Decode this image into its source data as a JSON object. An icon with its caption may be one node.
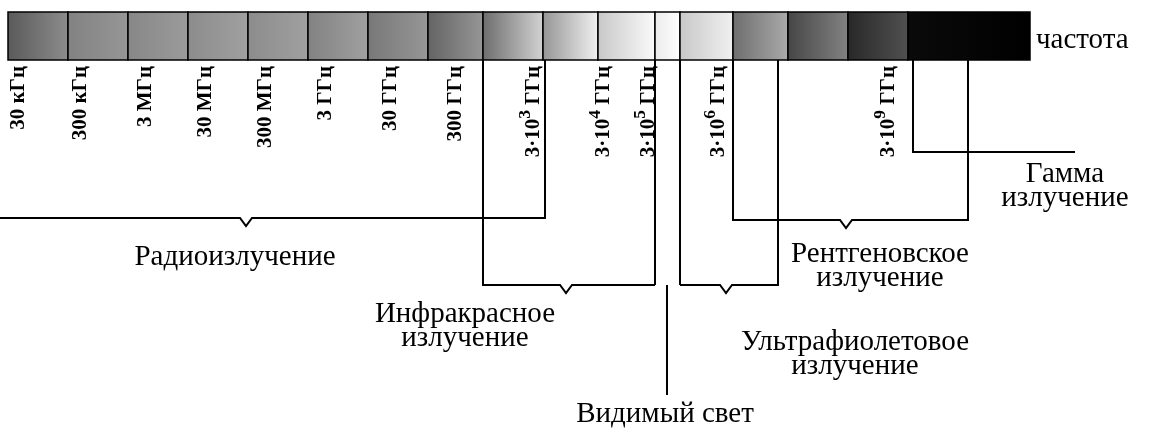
{
  "diagram": {
    "labels": [
      "частота",
      "30 кГц",
      "300 кГц",
      "3 МГц",
      "30 МГц",
      "300 МГц",
      "3 ГГц",
      "30 ГГц",
      "300 ГГц",
      "3·10$^{3}$ ГГц",
      "3·10$^{4}$ ГГц",
      "3·10$^{5}$ ГГц",
      "3·10$^{6}$ ГГц",
      "3·10$^{9}$ ГГц",
      "Гамма излучение",
      "Радиоизлучение",
      "Рентгеновское излучение",
      "Инфракрасное излучение",
      "Ультрафиолетовое излучение",
      "Видимый свет"
    ]
  }
}
